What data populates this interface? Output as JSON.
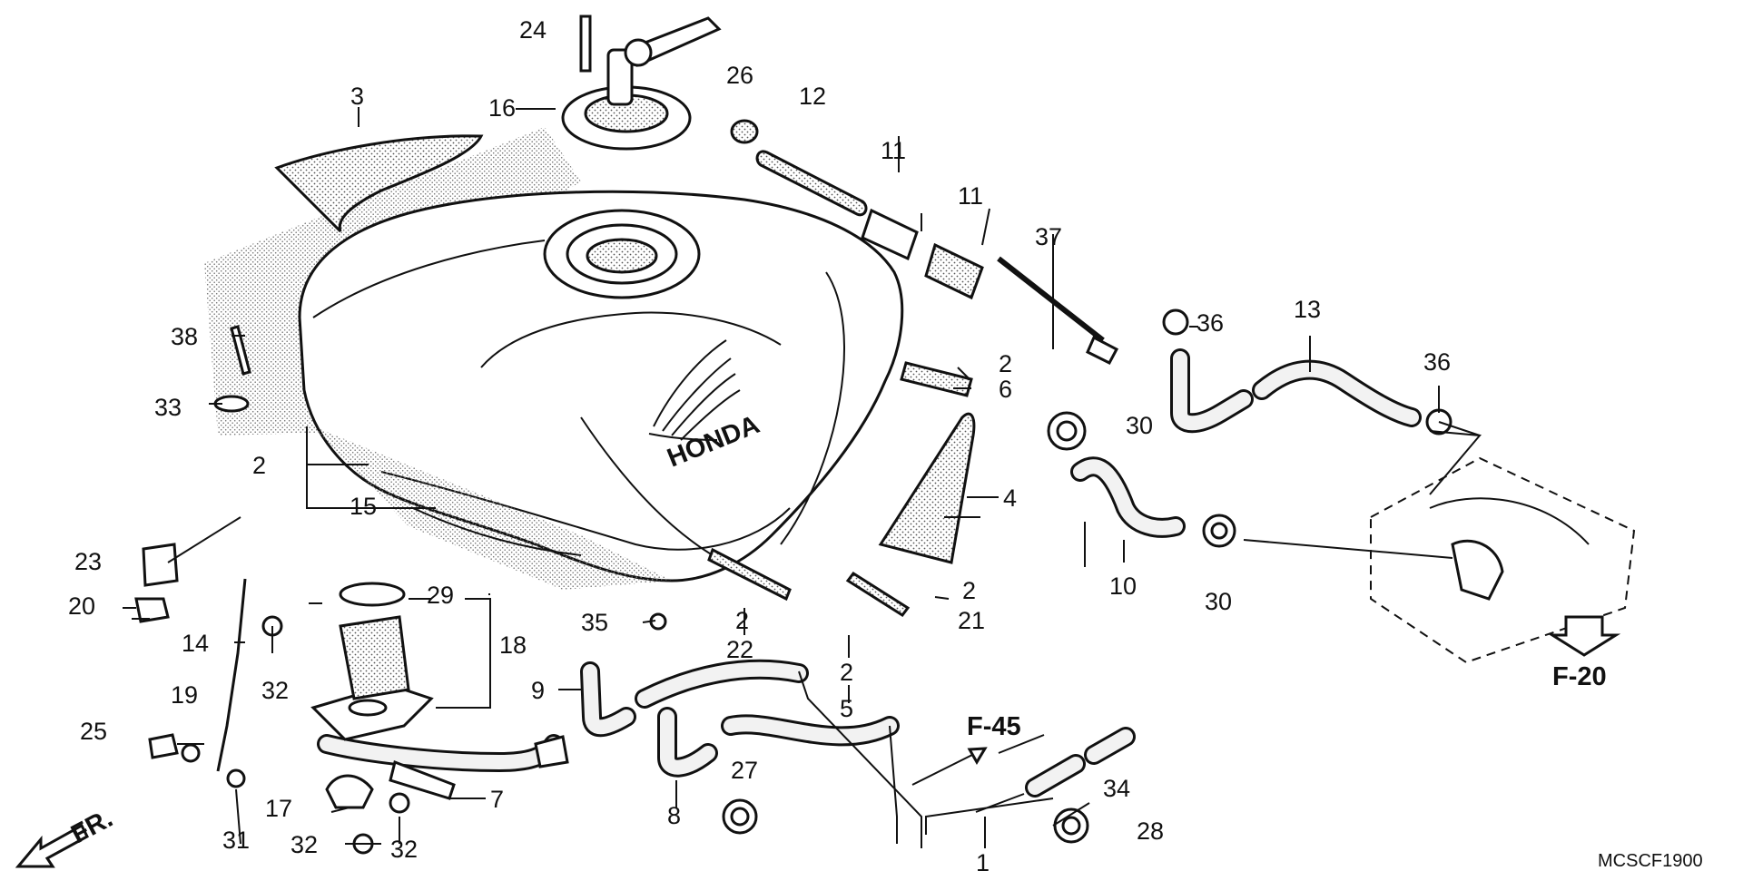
{
  "diagram": {
    "drawing_code": "MCSCF1900",
    "front_label": "FR.",
    "refs": [
      "F-45",
      "F-20"
    ],
    "brand_text": "HONDA",
    "callouts": [
      {
        "id": "c1",
        "text": "1"
      },
      {
        "id": "c2a",
        "text": "2"
      },
      {
        "id": "c2b",
        "text": "2"
      },
      {
        "id": "c2c",
        "text": "2"
      },
      {
        "id": "c2d",
        "text": "2"
      },
      {
        "id": "c2e",
        "text": "2"
      },
      {
        "id": "c3",
        "text": "3"
      },
      {
        "id": "c4",
        "text": "4"
      },
      {
        "id": "c5",
        "text": "5"
      },
      {
        "id": "c6",
        "text": "6"
      },
      {
        "id": "c7",
        "text": "7"
      },
      {
        "id": "c8",
        "text": "8"
      },
      {
        "id": "c9",
        "text": "9"
      },
      {
        "id": "c10",
        "text": "10"
      },
      {
        "id": "c11a",
        "text": "11"
      },
      {
        "id": "c11b",
        "text": "11"
      },
      {
        "id": "c12",
        "text": "12"
      },
      {
        "id": "c13",
        "text": "13"
      },
      {
        "id": "c14",
        "text": "14"
      },
      {
        "id": "c15",
        "text": "15"
      },
      {
        "id": "c16",
        "text": "16"
      },
      {
        "id": "c17",
        "text": "17"
      },
      {
        "id": "c18",
        "text": "18"
      },
      {
        "id": "c19",
        "text": "19"
      },
      {
        "id": "c20",
        "text": "20"
      },
      {
        "id": "c21",
        "text": "21"
      },
      {
        "id": "c22",
        "text": "22"
      },
      {
        "id": "c23",
        "text": "23"
      },
      {
        "id": "c24",
        "text": "24"
      },
      {
        "id": "c25",
        "text": "25"
      },
      {
        "id": "c26",
        "text": "26"
      },
      {
        "id": "c27",
        "text": "27"
      },
      {
        "id": "c28",
        "text": "28"
      },
      {
        "id": "c29",
        "text": "29"
      },
      {
        "id": "c30a",
        "text": "30"
      },
      {
        "id": "c30b",
        "text": "30"
      },
      {
        "id": "c31",
        "text": "31"
      },
      {
        "id": "c32a",
        "text": "32"
      },
      {
        "id": "c32b",
        "text": "32"
      },
      {
        "id": "c32c",
        "text": "32"
      },
      {
        "id": "c33",
        "text": "33"
      },
      {
        "id": "c34",
        "text": "34"
      },
      {
        "id": "c35",
        "text": "35"
      },
      {
        "id": "c36a",
        "text": "36"
      },
      {
        "id": "c36b",
        "text": "36"
      },
      {
        "id": "c37",
        "text": "37"
      },
      {
        "id": "c38",
        "text": "38"
      }
    ]
  }
}
